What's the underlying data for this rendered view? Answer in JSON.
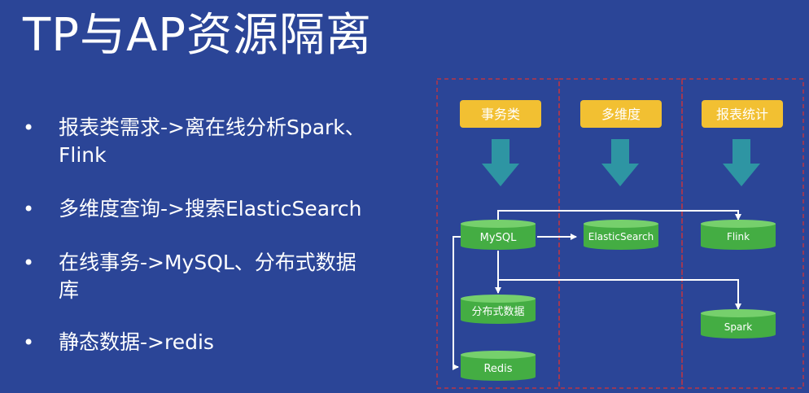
{
  "slide": {
    "title": "TP与AP资源隔离",
    "bullets": [
      {
        "line1": "报表类需求->离在线分析Spark、",
        "line2": "Flink"
      },
      {
        "line1": "多维度查询->搜索ElasticSearch",
        "line2": ""
      },
      {
        "line1": "在线事务->MySQL、分布式数据",
        "line2": "库"
      },
      {
        "line1": "静态数据->redis",
        "line2": ""
      }
    ]
  },
  "diagram": {
    "categories": [
      "事务类",
      "多维度",
      "报表统计"
    ],
    "nodes": {
      "mysql": "MySQL",
      "elasticsearch": "ElasticSearch",
      "flink": "Flink",
      "distributed_db": "分布式数据",
      "spark": "Spark",
      "redis": "Redis"
    }
  },
  "colors": {
    "background": "#2b4597",
    "category_fill": "#f2c032",
    "arrow_fill": "#2e95a3",
    "db_fill": "#44ad43",
    "db_top": "#76d06c",
    "dashed_border": "#d93333",
    "connector": "#ffffff"
  },
  "icons": [
    "down-arrow-icon",
    "database-icon"
  ]
}
